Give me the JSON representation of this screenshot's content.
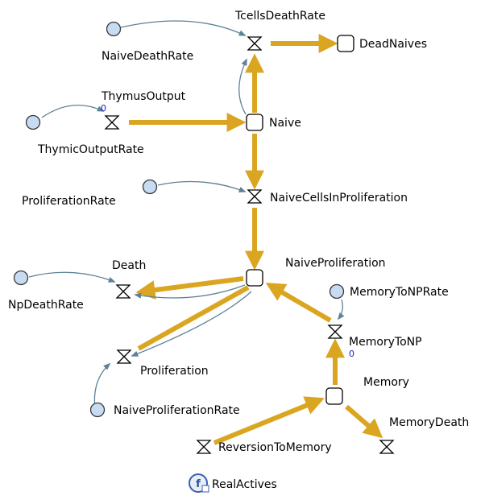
{
  "colors": {
    "flow": "#daa520",
    "link": "#5d8296",
    "param_fill": "#c7dcf2",
    "param_stroke": "#3a3a3a",
    "stock_stroke": "#000000"
  },
  "labels": {
    "tcells_death_rate": "TcellsDeathRate",
    "dead_naives": "DeadNaives",
    "naive_death_rate": "NaiveDeathRate",
    "thymus_output": "ThymusOutput",
    "thymus_output_value": "0",
    "naive": "Naive",
    "thymic_output_rate": "ThymicOutputRate",
    "proliferation_rate": "ProliferationRate",
    "naive_cells_in_proliferation": "NaiveCellsInProliferation",
    "naive_proliferation": "NaiveProliferation",
    "death": "Death",
    "np_death_rate": "NpDeathRate",
    "memory_to_np_rate": "MemoryToNPRate",
    "memory_to_np": "MemoryToNP",
    "memory_to_np_value": "0",
    "memory": "Memory",
    "proliferation": "Proliferation",
    "naive_proliferation_rate": "NaiveProliferationRate",
    "memory_death": "MemoryDeath",
    "reversion_to_memory": "ReversionToMemory",
    "real_actives": "RealActives"
  },
  "icons": {
    "flow_valve": "hourglass-icon",
    "parameter": "circle-icon",
    "stock": "rounded-square-icon",
    "function": "function-icon"
  }
}
